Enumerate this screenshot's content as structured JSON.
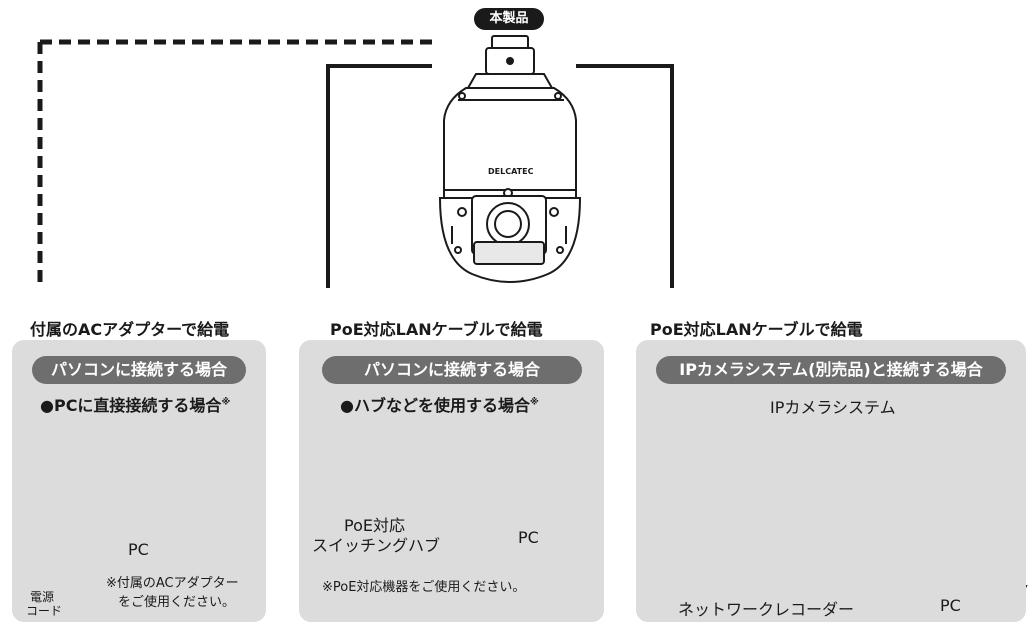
{
  "product_label": "本製品",
  "camera_brand": "DELCATEC",
  "sections": [
    {
      "caption": "付属のACアダプターで給電",
      "pill": "パソコンに接続する場合",
      "subtitle": "●PCに直接接続する場合",
      "subtitle_mark": "※",
      "pc_label": "PC",
      "cord_label_line1": "電源",
      "cord_label_line2": "コード",
      "note_line1": "※付属のACアダプター",
      "note_line2": "をご使用ください。"
    },
    {
      "caption": "PoE対応LANケーブルで給電",
      "pill": "パソコンに接続する場合",
      "subtitle": "●ハブなどを使用する場合",
      "subtitle_mark": "※",
      "hub_label_line1": "PoE対応",
      "hub_label_line2": "スイッチングハブ",
      "pc_label": "PC",
      "note": "※PoE対応機器をご使用ください。"
    },
    {
      "caption": "PoE対応LANケーブルで給電",
      "pill": "IPカメラシステム(別売品)と接続する場合",
      "subtitle": "IPカメラシステム",
      "recorder_label": "ネットワークレコーダー",
      "pc_label": "PC"
    }
  ]
}
